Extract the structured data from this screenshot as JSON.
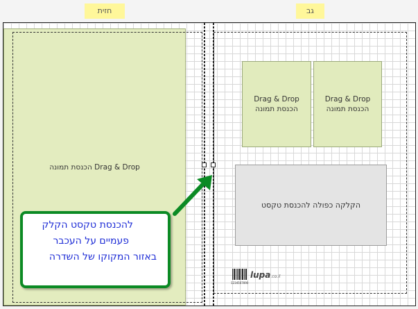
{
  "tabs": {
    "front": "חזית",
    "back": "גב"
  },
  "front_image": {
    "label": "הכנסת תמונה Drag & Drop"
  },
  "back_images": [
    {
      "line1": "Drag & Drop",
      "line2": "הכנסת תמונה"
    },
    {
      "line1": "Drag & Drop",
      "line2": "הכנסת תמונה"
    }
  ],
  "text_box": {
    "label": "הקלקה כפולה להכנסת טקסט"
  },
  "logo": {
    "text": "lupa",
    "suffix": ".co.il",
    "barcode_number": "1234567890"
  },
  "callout": {
    "lines": [
      "להכנסת טקסט הקלק",
      "פעמיים על העכבר",
      "באזור המקוקו של השדרה"
    ]
  },
  "colors": {
    "tab_bg": "#fff79a",
    "image_placeholder": "#e1ebbd",
    "text_placeholder": "#e4e4e4",
    "callout_border": "#0b8a24",
    "callout_text": "#1c2bd6"
  }
}
